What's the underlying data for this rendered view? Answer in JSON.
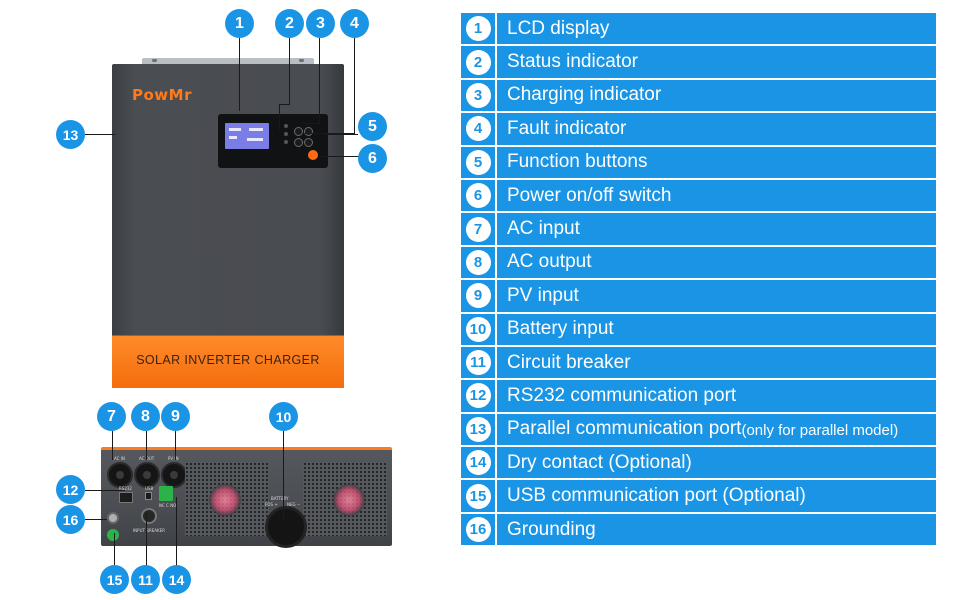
{
  "colors": {
    "accent": "#1a95e6",
    "device_orange": "#ff7a1a",
    "device_body": "#4a4d52"
  },
  "front": {
    "brand": "PowMr",
    "band_text": "SOLAR INVERTER CHARGER"
  },
  "bottom": {
    "ac_in_label": "AC IN",
    "ac_out_label": "AC OUT",
    "pv_in_label": "PV IN",
    "rs232_label": "RS232",
    "usb_label": "USB",
    "battery_label": "BATTERY",
    "battery_pos_label": "POS +",
    "battery_neg_label": "NEG −",
    "breaker_label": "INPUT BREAKER",
    "dry_label": "NC C NO"
  },
  "callouts": [
    "1",
    "2",
    "3",
    "4",
    "5",
    "6",
    "7",
    "8",
    "9",
    "10",
    "11",
    "12",
    "13",
    "14",
    "15",
    "16"
  ],
  "legend": [
    {
      "num": "1",
      "label": "LCD display"
    },
    {
      "num": "2",
      "label": "Status indicator"
    },
    {
      "num": "3",
      "label": "Charging indicator"
    },
    {
      "num": "4",
      "label": "Fault indicator"
    },
    {
      "num": "5",
      "label": "Function buttons"
    },
    {
      "num": "6",
      "label": "Power on/off switch"
    },
    {
      "num": "7",
      "label": "AC input"
    },
    {
      "num": "8",
      "label": "AC output"
    },
    {
      "num": "9",
      "label": "PV input"
    },
    {
      "num": "10",
      "label": "Battery input"
    },
    {
      "num": "11",
      "label": "Circuit breaker"
    },
    {
      "num": "12",
      "label": "RS232 communication port"
    },
    {
      "num": "13",
      "label": "Parallel communication port",
      "note": "(only for parallel model)"
    },
    {
      "num": "14",
      "label": "Dry contact (Optional)"
    },
    {
      "num": "15",
      "label": "USB communication port (Optional)"
    },
    {
      "num": "16",
      "label": "Grounding"
    }
  ]
}
